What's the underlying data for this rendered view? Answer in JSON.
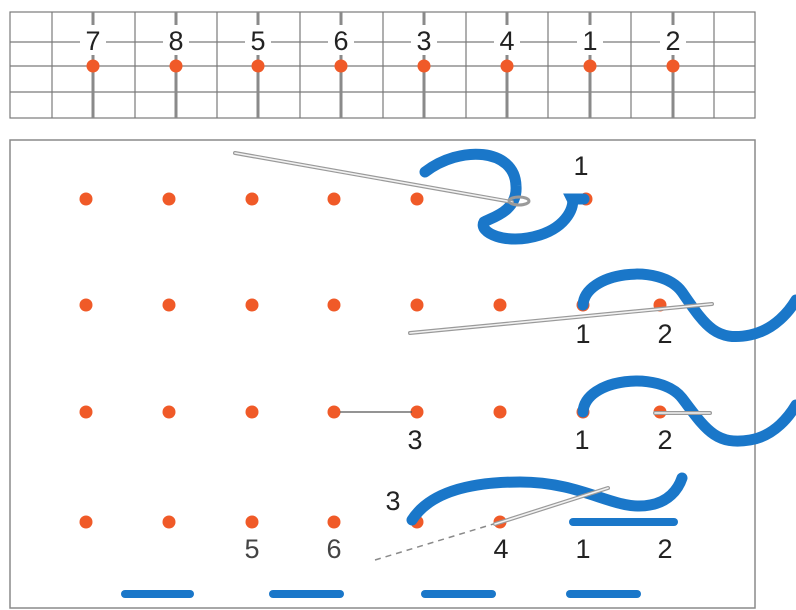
{
  "chart": {
    "numbers": [
      "7",
      "8",
      "5",
      "6",
      "3",
      "4",
      "1",
      "2"
    ]
  },
  "steps": [
    {
      "labels": [
        "1"
      ]
    },
    {
      "labels": [
        "1",
        "2"
      ]
    },
    {
      "labels": [
        "3",
        "1",
        "2"
      ]
    },
    {
      "labels": [
        "3",
        "5",
        "6",
        "4",
        "1",
        "2"
      ]
    }
  ],
  "colors": {
    "dot": "#f05a28",
    "thread": "#1a77c9",
    "grid": "#7a7a7a",
    "needle": "#9a9a9a"
  }
}
